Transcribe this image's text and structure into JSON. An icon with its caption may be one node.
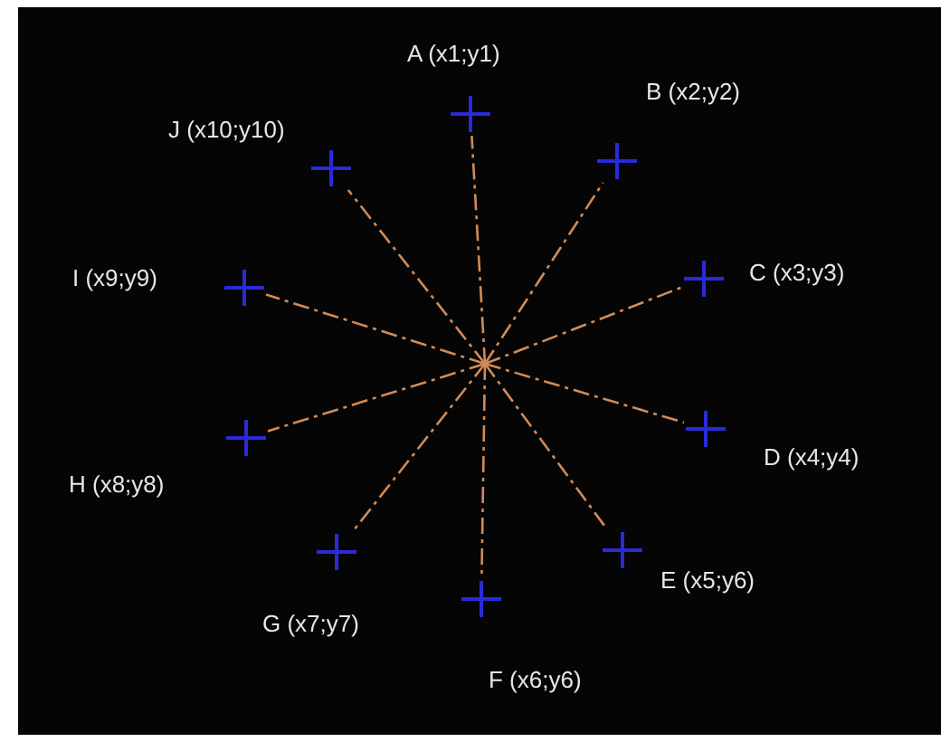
{
  "diagram": {
    "nodes": [
      {
        "text": [
          "A (x1;y1)"
        ]
      },
      {
        "text": [
          "B (x2;y2)"
        ]
      },
      {
        "text": [
          "C (x3;y3)"
        ]
      },
      {
        "text": [
          "D (x4;y4)"
        ]
      },
      {
        "text": [
          "E (x5;y6)"
        ]
      },
      {
        "text": [
          "F (x6;y6)"
        ]
      },
      {
        "text": [
          "G (x7;y7)"
        ]
      },
      {
        "text": [
          "H (x8;y8)"
        ]
      },
      {
        "text": [
          "I (x9;y9)"
        ]
      },
      {
        "text": [
          "J (x10;y10)"
        ]
      }
    ],
    "edges": [
      {
        "from": null,
        "to": 0,
        "arrow": "none",
        "style": "dashed"
      },
      {
        "from": null,
        "to": 1,
        "arrow": "none",
        "style": "dashed"
      },
      {
        "from": null,
        "to": 2,
        "arrow": "none",
        "style": "dashed"
      },
      {
        "from": null,
        "to": 3,
        "arrow": "none",
        "style": "dashed"
      },
      {
        "from": null,
        "to": 4,
        "arrow": "none",
        "style": "dashed"
      },
      {
        "from": null,
        "to": 5,
        "arrow": "none",
        "style": "dashed"
      },
      {
        "from": null,
        "to": 6,
        "arrow": "none",
        "style": "dashed"
      },
      {
        "from": null,
        "to": 7,
        "arrow": "none",
        "style": "dashed"
      },
      {
        "from": null,
        "to": 8,
        "arrow": "none",
        "style": "dashed"
      },
      {
        "from": null,
        "to": 9,
        "arrow": "none",
        "style": "dashed"
      }
    ]
  }
}
